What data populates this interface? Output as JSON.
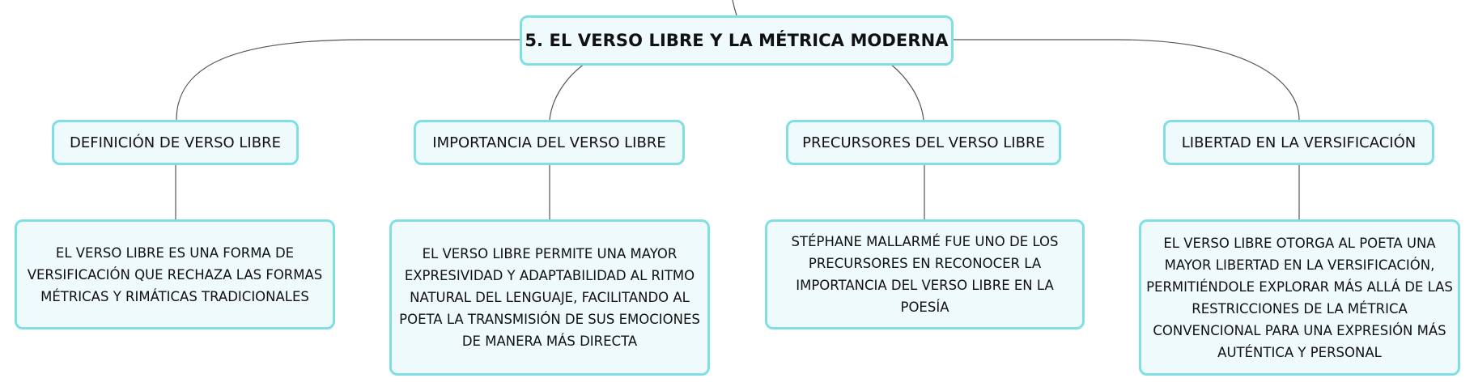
{
  "root": {
    "label": "5. EL VERSO LIBRE Y LA MÉTRICA MODERNA"
  },
  "topics": [
    {
      "label": "DEFINICIÓN DE VERSO LIBRE",
      "detail": "EL VERSO LIBRE ES UNA FORMA DE VERSIFICACIÓN QUE RECHAZA LAS FORMAS MÉTRICAS Y RIMÁTICAS TRADICIONALES"
    },
    {
      "label": "IMPORTANCIA DEL VERSO LIBRE",
      "detail": "EL VERSO LIBRE PERMITE UNA MAYOR EXPRESIVIDAD Y ADAPTABILIDAD AL RITMO NATURAL DEL LENGUAJE, FACILITANDO AL POETA LA TRANSMISIÓN DE SUS EMOCIONES DE MANERA MÁS DIRECTA"
    },
    {
      "label": "PRECURSORES DEL VERSO LIBRE",
      "detail": "STÉPHANE MALLARMÉ FUE UNO DE LOS PRECURSORES EN RECONOCER LA IMPORTANCIA DEL VERSO LIBRE EN LA POESÍA"
    },
    {
      "label": "LIBERTAD EN LA VERSIFICACIÓN",
      "detail": "EL VERSO LIBRE OTORGA AL POETA UNA MAYOR LIBERTAD EN LA VERSIFICACIÓN, PERMITIÉNDOLE EXPLORAR MÁS ALLÁ DE LAS RESTRICCIONES DE LA MÉTRICA CONVENCIONAL PARA UNA EXPRESIÓN MÁS AUTÉNTICA Y PERSONAL"
    }
  ],
  "colors": {
    "node_fill": "#eefafb",
    "node_border": "#7fdfe3",
    "connector": "#555555",
    "text": "#111111"
  }
}
